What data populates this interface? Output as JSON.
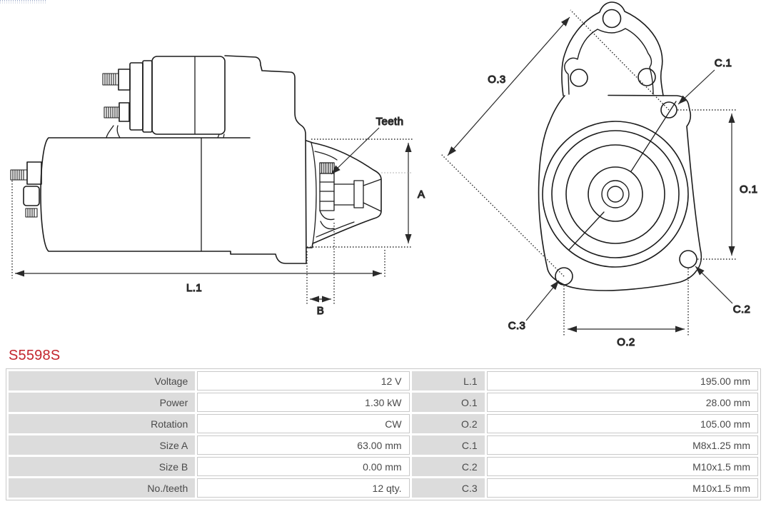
{
  "part": {
    "number": "S5598S"
  },
  "colors": {
    "part_number_red": "#c3252d",
    "table_label_bg": "#dcdcdc",
    "table_border": "#c9c9c9",
    "drawing_line": "#1c1c1c"
  },
  "diagram": {
    "side_view": {
      "labels": {
        "teeth": "Teeth",
        "a": "A",
        "l1": "L.1",
        "b": "B"
      }
    },
    "front_view": {
      "labels": {
        "o3": "O.3",
        "c1": "C.1",
        "o1": "O.1",
        "c2": "C.2",
        "c3": "C.3",
        "o2": "O.2"
      }
    }
  },
  "table": {
    "rows": [
      {
        "label_left": "Voltage",
        "value_left": "12 V",
        "label_right": "L.1",
        "value_right": "195.00 mm"
      },
      {
        "label_left": "Power",
        "value_left": "1.30 kW",
        "label_right": "O.1",
        "value_right": "28.00 mm"
      },
      {
        "label_left": "Rotation",
        "value_left": "CW",
        "label_right": "O.2",
        "value_right": "105.00 mm"
      },
      {
        "label_left": "Size A",
        "value_left": "63.00 mm",
        "label_right": "C.1",
        "value_right": "M8x1.25 mm"
      },
      {
        "label_left": "Size B",
        "value_left": "0.00 mm",
        "label_right": "C.2",
        "value_right": "M10x1.5 mm"
      },
      {
        "label_left": "No./teeth",
        "value_left": "12 qty.",
        "label_right": "C.3",
        "value_right": "M10x1.5 mm"
      }
    ]
  }
}
